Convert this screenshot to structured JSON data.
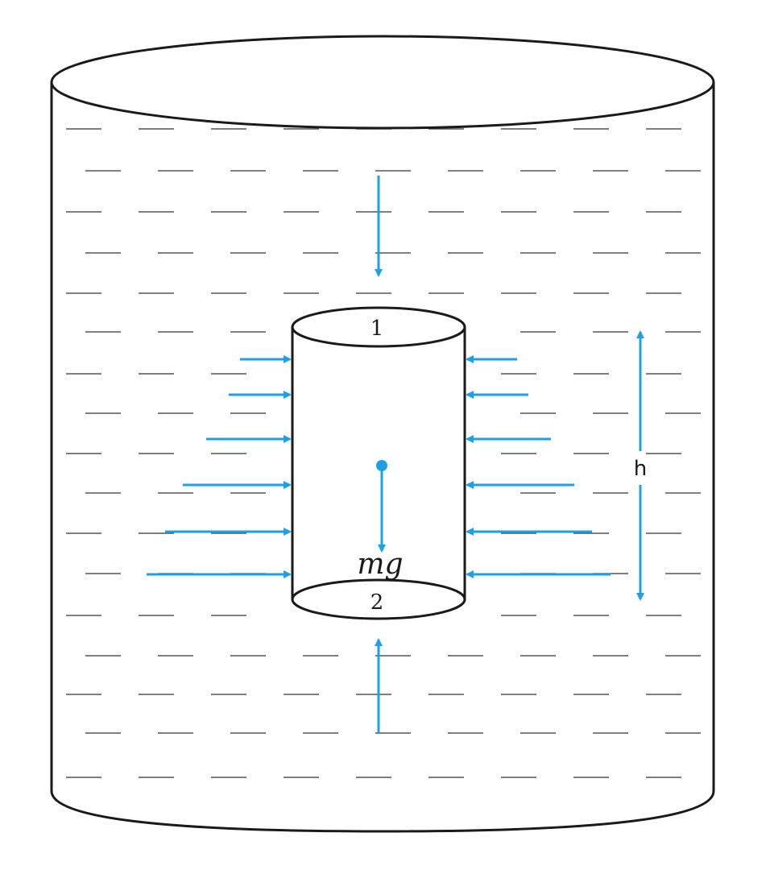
{
  "labels": {
    "top_face": "1",
    "bottom_face": "2",
    "weight": "mg",
    "height": "h"
  },
  "colors": {
    "arrow": "#1ea0e6",
    "outline": "#1a1a1a",
    "liquid_lines": "#555555"
  }
}
